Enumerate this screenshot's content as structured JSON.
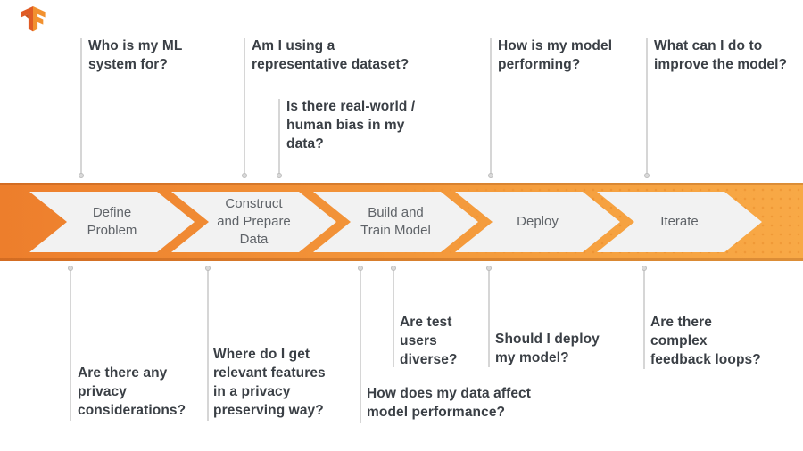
{
  "page": {
    "title": "TensorFlow ML workflow diagram"
  },
  "logo": {
    "name": "tensorflow-logo"
  },
  "band": {
    "colors": {
      "left": "#ED7E2C",
      "right": "#F8A946",
      "chevron_fill": "#F2F2F2",
      "chevron_text": "#5F6368"
    }
  },
  "stages": [
    {
      "label": "Define\nProblem"
    },
    {
      "label": "Construct\nand Prepare\nData"
    },
    {
      "label": "Build and\nTrain Model"
    },
    {
      "label": "Deploy"
    },
    {
      "label": "Iterate"
    }
  ],
  "questions": {
    "top": [
      {
        "text": "Who is my ML\nsystem for?"
      },
      {
        "text": "Am I using a\nrepresentative dataset?"
      },
      {
        "text": "Is there real-world /\nhuman bias in my\ndata?"
      },
      {
        "text": "How is my model\nperforming?"
      },
      {
        "text": "What can I do to\nimprove the model?"
      }
    ],
    "bottom": [
      {
        "text": "Are there any\nprivacy\nconsiderations?"
      },
      {
        "text": "Where do I get\nrelevant features\nin a privacy\npreserving way?"
      },
      {
        "text": "How does my data affect\nmodel performance?"
      },
      {
        "text": "Are test\nusers\ndiverse?"
      },
      {
        "text": "Should I deploy\nmy model?"
      },
      {
        "text": "Are there\ncomplex\nfeedback loops?"
      }
    ]
  },
  "colors": {
    "question_text": "#3A3F45",
    "connector_line": "#D6D6D6"
  }
}
